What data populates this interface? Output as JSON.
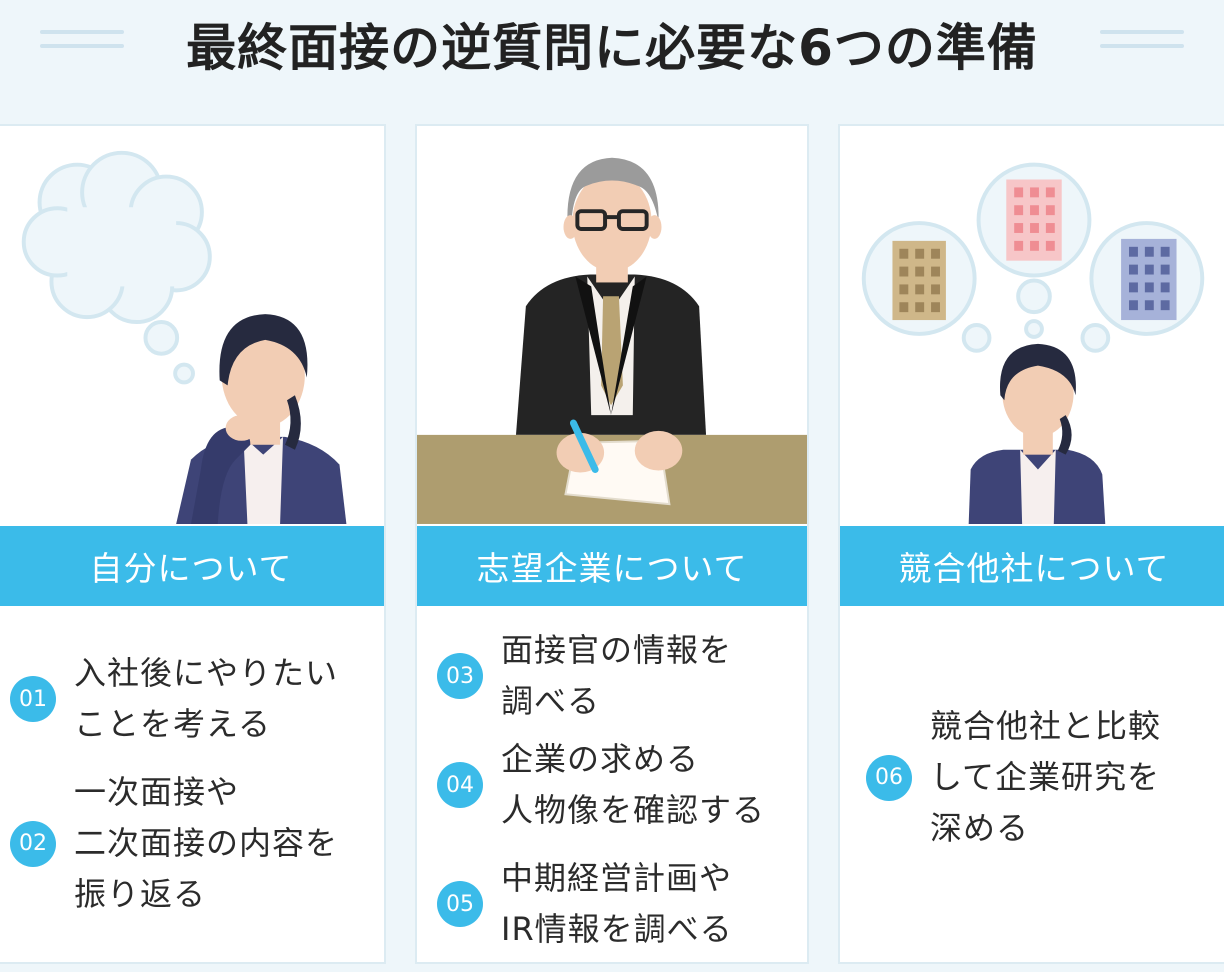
{
  "title": "最終面接の逆質問に必要な6つの準備",
  "accent_color": "#3bbbe9",
  "columns": [
    {
      "heading": "自分について",
      "items": [
        {
          "num": "01",
          "text": "入社後にやりたい\nことを考える"
        },
        {
          "num": "02",
          "text": "一次面接や\n二次面接の内容を\n振り返る"
        }
      ]
    },
    {
      "heading": "志望企業について",
      "items": [
        {
          "num": "03",
          "text": "面接官の情報を\n調べる"
        },
        {
          "num": "04",
          "text": "企業の求める\n人物像を確認する"
        },
        {
          "num": "05",
          "text": "中期経営計画や\nIR情報を調べる"
        }
      ]
    },
    {
      "heading": "競合他社について",
      "items": [
        {
          "num": "06",
          "text": "競合他社と比較\nして企業研究を\n深める"
        }
      ]
    }
  ]
}
